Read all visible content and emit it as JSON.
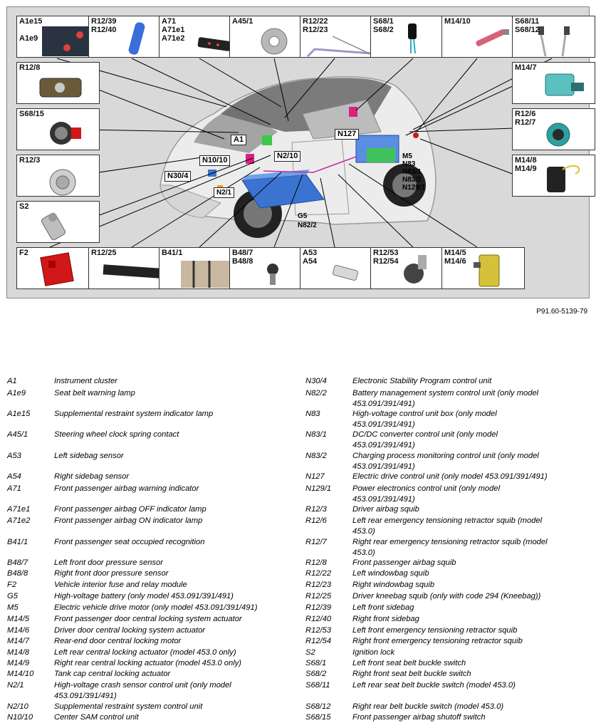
{
  "diagram": {
    "reference": "P91.60-5139-79",
    "callouts": [
      {
        "id": "a1e15",
        "label": "A1e15\n\nA1e9",
        "icon": "airbag-indicator-lamps-icon"
      },
      {
        "id": "r1239",
        "label": "R12/39\nR12/40",
        "icon": "sidebag-module-icon"
      },
      {
        "id": "a71",
        "label": "A71\nA71e1\nA71e2",
        "icon": "airbag-indicator-panel-icon"
      },
      {
        "id": "a451",
        "label": "A45/1",
        "icon": "clock-spring-icon"
      },
      {
        "id": "r1222",
        "label": "R12/22\nR12/23",
        "icon": "windowbag-tube-icon"
      },
      {
        "id": "s681",
        "label": "S68/1\nS68/2",
        "icon": "seat-belt-buckle-icon"
      },
      {
        "id": "m1410",
        "label": "M14/10",
        "icon": "tank-cap-actuator-icon"
      },
      {
        "id": "s6811",
        "label": "S68/11\nS68/12",
        "icon": "rear-buckle-switches-icon"
      },
      {
        "id": "r128",
        "label": "R12/8",
        "icon": "passenger-airbag-module-icon"
      },
      {
        "id": "m147",
        "label": "M14/7",
        "icon": "rear-end-door-motor-icon"
      },
      {
        "id": "s6815",
        "label": "S68/15",
        "icon": "airbag-shutoff-switch-icon"
      },
      {
        "id": "r126",
        "label": "R12/6\nR12/7",
        "icon": "tensioning-retractor-icon"
      },
      {
        "id": "r123",
        "label": "R12/3",
        "icon": "driver-airbag-icon"
      },
      {
        "id": "m148",
        "label": "M14/8\nM14/9",
        "icon": "rear-locking-actuator-icon"
      },
      {
        "id": "s2",
        "label": "S2",
        "icon": "ignition-lock-icon"
      },
      {
        "id": "f2",
        "label": "F2",
        "icon": "fuse-relay-module-icon"
      },
      {
        "id": "r1225",
        "label": "R12/25",
        "icon": "kneebag-module-icon"
      },
      {
        "id": "b411",
        "label": "B41/1",
        "icon": "seat-occupancy-mat-icon"
      },
      {
        "id": "b487",
        "label": "B48/7\nB48/8",
        "icon": "door-pressure-sensor-icon"
      },
      {
        "id": "a53",
        "label": "A53\nA54",
        "icon": "sidebag-sensor-icon"
      },
      {
        "id": "r1253",
        "label": "R12/53\nR12/54",
        "icon": "front-retractor-icon"
      },
      {
        "id": "m145",
        "label": "M14/5\nM14/6",
        "icon": "door-lock-actuator-icon"
      }
    ],
    "car_labels": [
      {
        "id": "a1",
        "label": "A1"
      },
      {
        "id": "n127",
        "label": "N127"
      },
      {
        "id": "m5",
        "label": "M5\nN83\nN83/1\nN83/2\nN129/1"
      },
      {
        "id": "n1010",
        "label": "N10/10"
      },
      {
        "id": "n210",
        "label": "N2/10"
      },
      {
        "id": "n304",
        "label": "N30/4"
      },
      {
        "id": "n21",
        "label": "N2/1"
      },
      {
        "id": "g5",
        "label": "G5\nN82/2"
      }
    ],
    "colors": {
      "battery": "#3a74d0",
      "green_module": "#3cc84a",
      "magenta_module": "#d8237e",
      "red_part": "#d01818",
      "panel_bg": "#d9d9d9"
    }
  },
  "legend_left": [
    {
      "code": "A1",
      "desc": "Instrument cluster"
    },
    {
      "code": "A1e9",
      "desc": "Seat belt warning lamp"
    },
    {
      "code": "A1e15",
      "desc": "Supplemental restraint system indicator lamp"
    },
    {
      "code": "A45/1",
      "desc": "Steering wheel clock spring contact"
    },
    {
      "code": "A53",
      "desc": "Left sidebag sensor"
    },
    {
      "code": "A54",
      "desc": "Right sidebag sensor"
    },
    {
      "code": "A71",
      "desc": "Front passenger airbag warning indicator"
    },
    {
      "code": "A71e1",
      "desc": "Front passenger airbag OFF indicator lamp"
    },
    {
      "code": "A71e2",
      "desc": "Front passenger airbag ON indicator lamp"
    },
    {
      "code": "B41/1",
      "desc": "Front passenger seat occupied recognition"
    },
    {
      "code": "B48/7",
      "desc": "Left front door pressure sensor"
    },
    {
      "code": "B48/8",
      "desc": "Right front door pressure sensor"
    },
    {
      "code": "F2",
      "desc": "Vehicle interior fuse and relay module"
    },
    {
      "code": "G5",
      "desc": "High-voltage battery (only model 453.091/391/491)"
    },
    {
      "code": "M5",
      "desc": "Electric vehicle drive motor (only model 453.091/391/491)"
    },
    {
      "code": "M14/5",
      "desc": "Front passenger door central locking system actuator"
    },
    {
      "code": "M14/6",
      "desc": "Driver door central locking system actuator"
    },
    {
      "code": "M14/7",
      "desc": "Rear-end door central locking motor"
    },
    {
      "code": "M14/8",
      "desc": "Left rear central locking actuator (model 453.0 only)"
    },
    {
      "code": "M14/9",
      "desc": "Right rear central locking actuator (model 453.0 only)"
    },
    {
      "code": "M14/10",
      "desc": "Tank cap central locking actuator"
    },
    {
      "code": "N2/1",
      "desc": "High-voltage crash sensor control unit (only model\n453.091/391/491)"
    },
    {
      "code": "N2/10",
      "desc": "Supplemental restraint system control unit"
    },
    {
      "code": "N10/10",
      "desc": "Center SAM control unit"
    }
  ],
  "legend_right": [
    {
      "code": "N30/4",
      "desc": "Electronic Stability Program control unit"
    },
    {
      "code": "N82/2",
      "desc": "Battery management system control unit (only model\n453.091/391/491)"
    },
    {
      "code": "N83",
      "desc": "High-voltage control unit box (only model\n453.091/391/491)"
    },
    {
      "code": "N83/1",
      "desc": "DC/DC converter control unit (only model\n453.091/391/491)"
    },
    {
      "code": "N83/2",
      "desc": "Charging process monitoring control unit (only model\n453.091/391/491)"
    },
    {
      "code": "N127",
      "desc": "Electric drive control unit (only model 453.091/391/491)"
    },
    {
      "code": "N129/1",
      "desc": "Power electronics control unit (only model\n453.091/391/491)"
    },
    {
      "code": "R12/3",
      "desc": "Driver airbag squib"
    },
    {
      "code": "R12/6",
      "desc": "Left rear emergency tensioning retractor squib (model\n453.0)"
    },
    {
      "code": "R12/7",
      "desc": "Right rear emergency tensioning retractor squib (model\n453.0)"
    },
    {
      "code": "R12/8",
      "desc": "Front passenger airbag squib"
    },
    {
      "code": "R12/22",
      "desc": "Left windowbag squib"
    },
    {
      "code": "R12/23",
      "desc": "Right windowbag squib"
    },
    {
      "code": "R12/25",
      "desc": "Driver kneebag squib (only with code 294 (Kneebag))"
    },
    {
      "code": "R12/39",
      "desc": "Left front sidebag"
    },
    {
      "code": "R12/40",
      "desc": "Right front sidebag"
    },
    {
      "code": "R12/53",
      "desc": "Left front emergency tensioning retractor squib"
    },
    {
      "code": "R12/54",
      "desc": "Right front emergency tensioning retractor squib"
    },
    {
      "code": "S2",
      "desc": "Ignition lock"
    },
    {
      "code": "S68/1",
      "desc": "Left front seat belt buckle switch"
    },
    {
      "code": "S68/2",
      "desc": "Right front seat belt buckle switch"
    },
    {
      "code": "S68/11",
      "desc": "Left rear seat belt buckle switch (model 453.0)"
    },
    {
      "code": "S68/12",
      "desc": "Right rear belt buckle switch (model 453.0)"
    },
    {
      "code": "S68/15",
      "desc": "Front passenger airbag shutoff switch"
    }
  ]
}
